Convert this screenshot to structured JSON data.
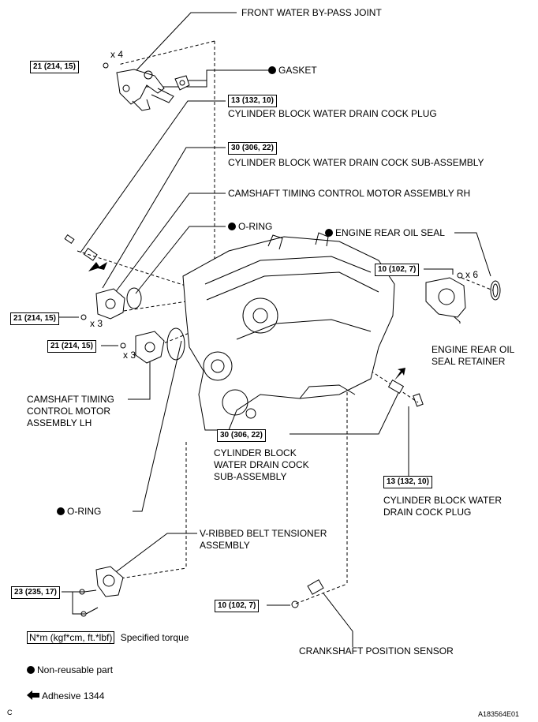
{
  "labels": {
    "front_water_bypass_joint": "FRONT WATER BY-PASS JOINT",
    "gasket": "GASKET",
    "drain_plug_top": "CYLINDER BLOCK WATER DRAIN COCK PLUG",
    "drain_cock_sub_top": "CYLINDER BLOCK WATER DRAIN COCK SUB-ASSEMBLY",
    "camshaft_motor_rh": "CAMSHAFT TIMING CONTROL MOTOR ASSEMBLY RH",
    "o_ring_top": "O-RING",
    "engine_rear_oil_seal": "ENGINE REAR OIL SEAL",
    "rear_oil_seal_retainer": [
      "ENGINE REAR OIL",
      "SEAL RETAINER"
    ],
    "camshaft_motor_lh": [
      "CAMSHAFT TIMING",
      "CONTROL MOTOR",
      "ASSEMBLY LH"
    ],
    "drain_cock_sub_mid": [
      "CYLINDER BLOCK",
      "WATER DRAIN COCK",
      "SUB-ASSEMBLY"
    ],
    "drain_plug_right": [
      "CYLINDER BLOCK WATER",
      "DRAIN COCK PLUG"
    ],
    "o_ring_bottom": "O-RING",
    "belt_tensioner": [
      "V-RIBBED BELT TENSIONER",
      "ASSEMBLY"
    ],
    "crankshaft_sensor": "CRANKSHAFT POSITION SENSOR"
  },
  "torques": {
    "bypass_joint": "21 (214, 15)",
    "drain_plug_top": "13 (132, 10)",
    "drain_cock_top": "30 (306, 22)",
    "oil_seal_retainer": "10 (102, 7)",
    "motor_rh": "21 (214, 15)",
    "motor_lh": "21 (214, 15)",
    "drain_cock_mid": "30 (306, 22)",
    "drain_plug_right": "13 (132, 10)",
    "belt_tensioner": "23 (235, 17)",
    "crank_sensor": "10 (102, 7)"
  },
  "quantities": {
    "bypass_bolts": "x 4",
    "retainer_bolts": "x 6",
    "motor_rh_bolts": "x 3",
    "motor_lh_bolts": "x 3"
  },
  "legend": {
    "torque_unit": "N*m (kgf*cm, ft.*lbf)",
    "torque_text": "Specified torque",
    "non_reusable": "Non-reusable part",
    "adhesive": "Adhesive 1344"
  },
  "corner_left": "C",
  "corner_right": "A183564E01"
}
